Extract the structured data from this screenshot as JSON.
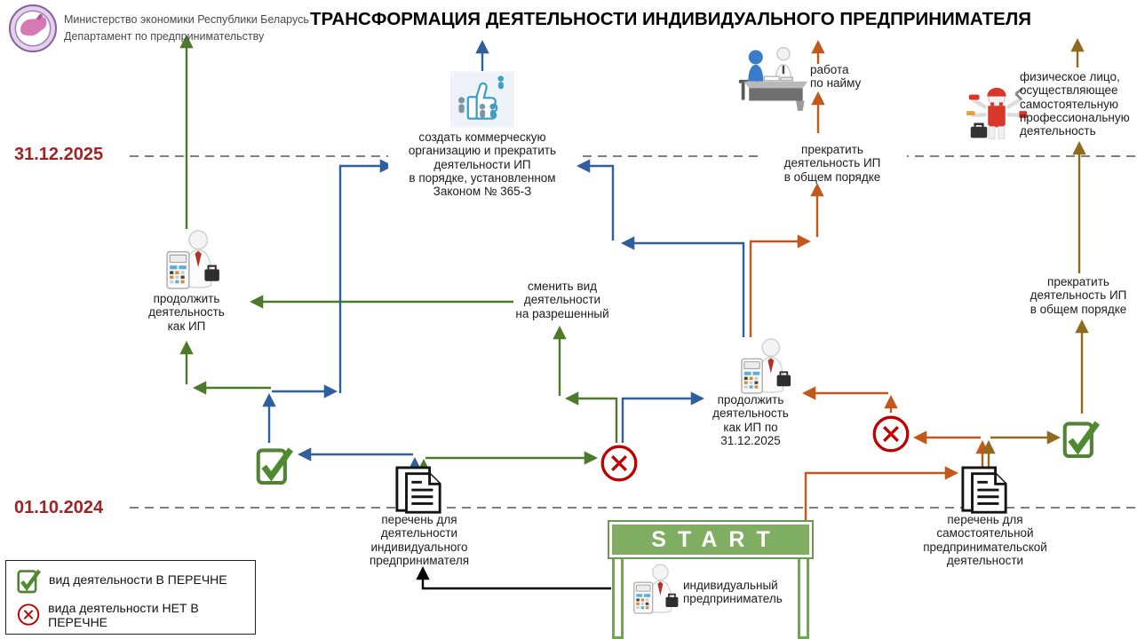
{
  "colors": {
    "arrow_green": "#4d7a2a",
    "arrow_blue": "#2f5f9c",
    "arrow_orange": "#c0591a",
    "arrow_olive": "#8f6b1b",
    "mark_red": "#c00000",
    "mark_green": "#538135",
    "date_red": "#9c2424",
    "start_green": "#7fae63",
    "thumb_blue": "#3f9dc9"
  },
  "header": {
    "ministry_line1": "Министерство экономики Республики Беларусь",
    "ministry_line2": "Департамент по предпринимательству",
    "title": "ТРАНСФОРМАЦИЯ ДЕЯТЕЛЬНОСТИ ИНДИВИДУАЛЬНОГО ПРЕДПРИНИМАТЕЛЯ"
  },
  "timeline": {
    "top_date": "31.12.2025",
    "bottom_date": "01.10.2024"
  },
  "nodes": {
    "create_org": "создать коммерческую\nорганизацию и прекратить\nдеятельности ИП\nв порядке, установленном\nЗаконом № 365-З",
    "hired_work": "работа\nпо найму",
    "individual_pro": "физическое лицо,\nосуществляющее\nсамостоятельную\nпрофессиональную\nдеятельность",
    "stop_ip_center": "прекратить\nдеятельность ИП\nв общем порядке",
    "stop_ip_right": "прекратить\nдеятельность ИП\nв общем порядке",
    "continue_ip": "продолжить\nдеятельность\nкак ИП",
    "change_activity": "сменить вид\nдеятельности\nна разрешенный",
    "continue_until": "продолжить\nдеятельность\nкак ИП по\n31.12.2025",
    "list_ip": "перечень для\nдеятельности\nиндивидуального\nпредпринимателя",
    "list_self": "перечень для\nсамостоятельной\nпредпринимательской\nдеятельности",
    "start_sign": "START",
    "start_actor": "индивидуальный\nпредприниматель"
  },
  "legend": {
    "in_list": "вид деятельности В ПЕРЕЧНЕ",
    "not_in_list": "вида деятельности НЕТ В ПЕРЕЧНЕ"
  }
}
